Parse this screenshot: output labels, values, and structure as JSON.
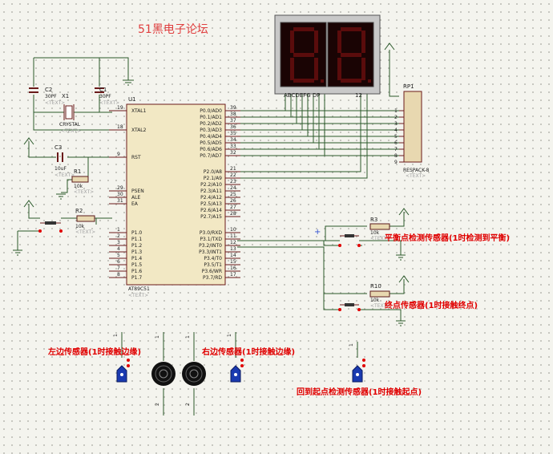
{
  "title": "51黑电子论坛",
  "mcu": {
    "ref": "U1",
    "part": "AT89C51",
    "text": "<TEXT>",
    "left_pins": [
      {
        "num": "19",
        "name": "XTAL1"
      },
      {
        "num": "18",
        "name": "XTAL2"
      },
      {
        "num": "9",
        "name": "RST"
      },
      {
        "num": "29",
        "name": "PSEN"
      },
      {
        "num": "30",
        "name": "ALE"
      },
      {
        "num": "31",
        "name": "EA"
      },
      {
        "num": "1",
        "name": "P1.0"
      },
      {
        "num": "2",
        "name": "P1.1"
      },
      {
        "num": "3",
        "name": "P1.2"
      },
      {
        "num": "4",
        "name": "P1.3"
      },
      {
        "num": "5",
        "name": "P1.4"
      },
      {
        "num": "6",
        "name": "P1.5"
      },
      {
        "num": "7",
        "name": "P1.6"
      },
      {
        "num": "8",
        "name": "P1.7"
      }
    ],
    "right_pins": [
      {
        "num": "39",
        "name": "P0.0/AD0"
      },
      {
        "num": "38",
        "name": "P0.1/AD1"
      },
      {
        "num": "37",
        "name": "P0.2/AD2"
      },
      {
        "num": "36",
        "name": "P0.3/AD3"
      },
      {
        "num": "35",
        "name": "P0.4/AD4"
      },
      {
        "num": "34",
        "name": "P0.5/AD5"
      },
      {
        "num": "33",
        "name": "P0.6/AD6"
      },
      {
        "num": "32",
        "name": "P0.7/AD7"
      },
      {
        "num": "21",
        "name": "P2.0/A8"
      },
      {
        "num": "22",
        "name": "P2.1/A9"
      },
      {
        "num": "23",
        "name": "P2.2/A10"
      },
      {
        "num": "24",
        "name": "P2.3/A11"
      },
      {
        "num": "25",
        "name": "P2.4/A12"
      },
      {
        "num": "26",
        "name": "P2.5/A13"
      },
      {
        "num": "27",
        "name": "P2.6/A14"
      },
      {
        "num": "28",
        "name": "P2.7/A15"
      },
      {
        "num": "10",
        "name": "P3.0/RXD"
      },
      {
        "num": "11",
        "name": "P3.1/TXD"
      },
      {
        "num": "12",
        "name": "P3.2/INT0"
      },
      {
        "num": "13",
        "name": "P3.3/INT1"
      },
      {
        "num": "14",
        "name": "P3.4/T0"
      },
      {
        "num": "15",
        "name": "P3.5/T1"
      },
      {
        "num": "16",
        "name": "P3.6/WR"
      },
      {
        "num": "17",
        "name": "P3.7/RD"
      }
    ]
  },
  "display": {
    "segments_label": "ABCDEFG  DP",
    "common_label": "12"
  },
  "rp1": {
    "ref": "RP1",
    "part": "RESPACK-8",
    "text": "<TEXT>",
    "pins": [
      "1",
      "2",
      "3",
      "4",
      "5",
      "6",
      "7",
      "8",
      "9"
    ]
  },
  "crystal": {
    "ref": "X1",
    "part": "CRYSTAL",
    "text": "<TEXT>"
  },
  "c1": {
    "ref": "C1",
    "value": "30PF",
    "text": "<TEXT>"
  },
  "c2": {
    "ref": "C2",
    "value": "30PF",
    "text": "<TEXT>"
  },
  "c3": {
    "ref": "C3",
    "value": "10uF",
    "text": "<TEXT>"
  },
  "r1": {
    "ref": "R1",
    "value": "10k",
    "text": "<TEXT>"
  },
  "r2": {
    "ref": "R2",
    "value": "10k",
    "text": "<TEXT>"
  },
  "r3": {
    "ref": "R3",
    "value": "10k",
    "text": "<TEXT>"
  },
  "r10": {
    "ref": "R10",
    "value": "10k",
    "text": "<TEXT>"
  },
  "sensors": {
    "balance": "平衡点检测传感器(1时检测到平衡)",
    "end": "终点传感器(1时接触终点)",
    "left": "左边传感器(1时接触边缘)",
    "right": "右边传感器(1时接触边缘)",
    "start": "回到起点检测传感器(1时接触起点)"
  },
  "motor_pins": {
    "m1_top": "1",
    "m1_bottom": "2",
    "m2_top": "1",
    "m2_bottom": "2"
  },
  "probe_pins": {
    "left": "1",
    "right": "1",
    "start": "1"
  }
}
